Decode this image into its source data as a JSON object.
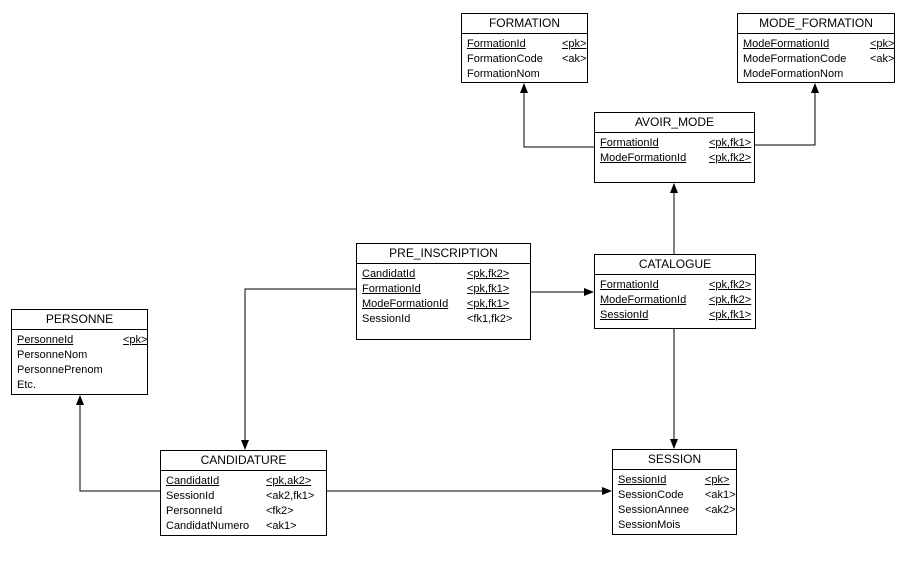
{
  "tables": {
    "formation": {
      "title": "FORMATION",
      "rows": [
        {
          "name": "FormationId",
          "key": "<pk>",
          "pk": true
        },
        {
          "name": "FormationCode",
          "key": "<ak>",
          "pk": false
        },
        {
          "name": "FormationNom",
          "key": "",
          "pk": false
        }
      ]
    },
    "mode_formation": {
      "title": "MODE_FORMATION",
      "rows": [
        {
          "name": "ModeFormationId",
          "key": "<pk>",
          "pk": true
        },
        {
          "name": "ModeFormationCode",
          "key": "<ak>",
          "pk": false
        },
        {
          "name": "ModeFormationNom",
          "key": "",
          "pk": false
        }
      ]
    },
    "avoir_mode": {
      "title": "AVOIR_MODE",
      "rows": [
        {
          "name": "FormationId",
          "key": "<pk,fk1>",
          "pk": true
        },
        {
          "name": "ModeFormationId",
          "key": "<pk,fk2>",
          "pk": true
        }
      ]
    },
    "pre_inscription": {
      "title": "PRE_INSCRIPTION",
      "rows": [
        {
          "name": "CandidatId",
          "key": "<pk,fk2>",
          "pk": true
        },
        {
          "name": "FormationId",
          "key": "<pk,fk1>",
          "pk": true
        },
        {
          "name": "ModeFormationId",
          "key": "<pk,fk1>",
          "pk": true
        },
        {
          "name": "SessionId",
          "key": "<fk1,fk2>",
          "pk": false
        }
      ]
    },
    "catalogue": {
      "title": "CATALOGUE",
      "rows": [
        {
          "name": "FormationId",
          "key": "<pk,fk2>",
          "pk": true
        },
        {
          "name": "ModeFormationId",
          "key": "<pk,fk2>",
          "pk": true
        },
        {
          "name": "SessionId",
          "key": "<pk,fk1>",
          "pk": true
        }
      ]
    },
    "personne": {
      "title": "PERSONNE",
      "rows": [
        {
          "name": "PersonneId",
          "key": "<pk>",
          "pk": true
        },
        {
          "name": "PersonneNom",
          "key": "",
          "pk": false
        },
        {
          "name": "PersonnePrenom",
          "key": "",
          "pk": false
        },
        {
          "name": "Etc.",
          "key": "",
          "pk": false
        }
      ]
    },
    "candidature": {
      "title": "CANDIDATURE",
      "rows": [
        {
          "name": "CandidatId",
          "key": "<pk,ak2>",
          "pk": true
        },
        {
          "name": "SessionId",
          "key": "<ak2,fk1>",
          "pk": false
        },
        {
          "name": "PersonneId",
          "key": "<fk2>",
          "pk": false
        },
        {
          "name": "CandidatNumero",
          "key": "<ak1>",
          "pk": false
        }
      ]
    },
    "session": {
      "title": "SESSION",
      "rows": [
        {
          "name": "SessionId",
          "key": "<pk>",
          "pk": true
        },
        {
          "name": "SessionCode",
          "key": "<ak1>",
          "pk": false
        },
        {
          "name": "SessionAnnee",
          "key": "<ak2>",
          "pk": false
        },
        {
          "name": "SessionMois",
          "key": "",
          "pk": false
        }
      ]
    }
  },
  "relationships": [
    {
      "from": "avoir_mode",
      "to": "formation"
    },
    {
      "from": "avoir_mode",
      "to": "mode_formation"
    },
    {
      "from": "catalogue",
      "to": "avoir_mode"
    },
    {
      "from": "pre_inscription",
      "to": "catalogue"
    },
    {
      "from": "pre_inscription",
      "to": "candidature"
    },
    {
      "from": "catalogue",
      "to": "session"
    },
    {
      "from": "candidature",
      "to": "session"
    },
    {
      "from": "candidature",
      "to": "personne"
    }
  ]
}
